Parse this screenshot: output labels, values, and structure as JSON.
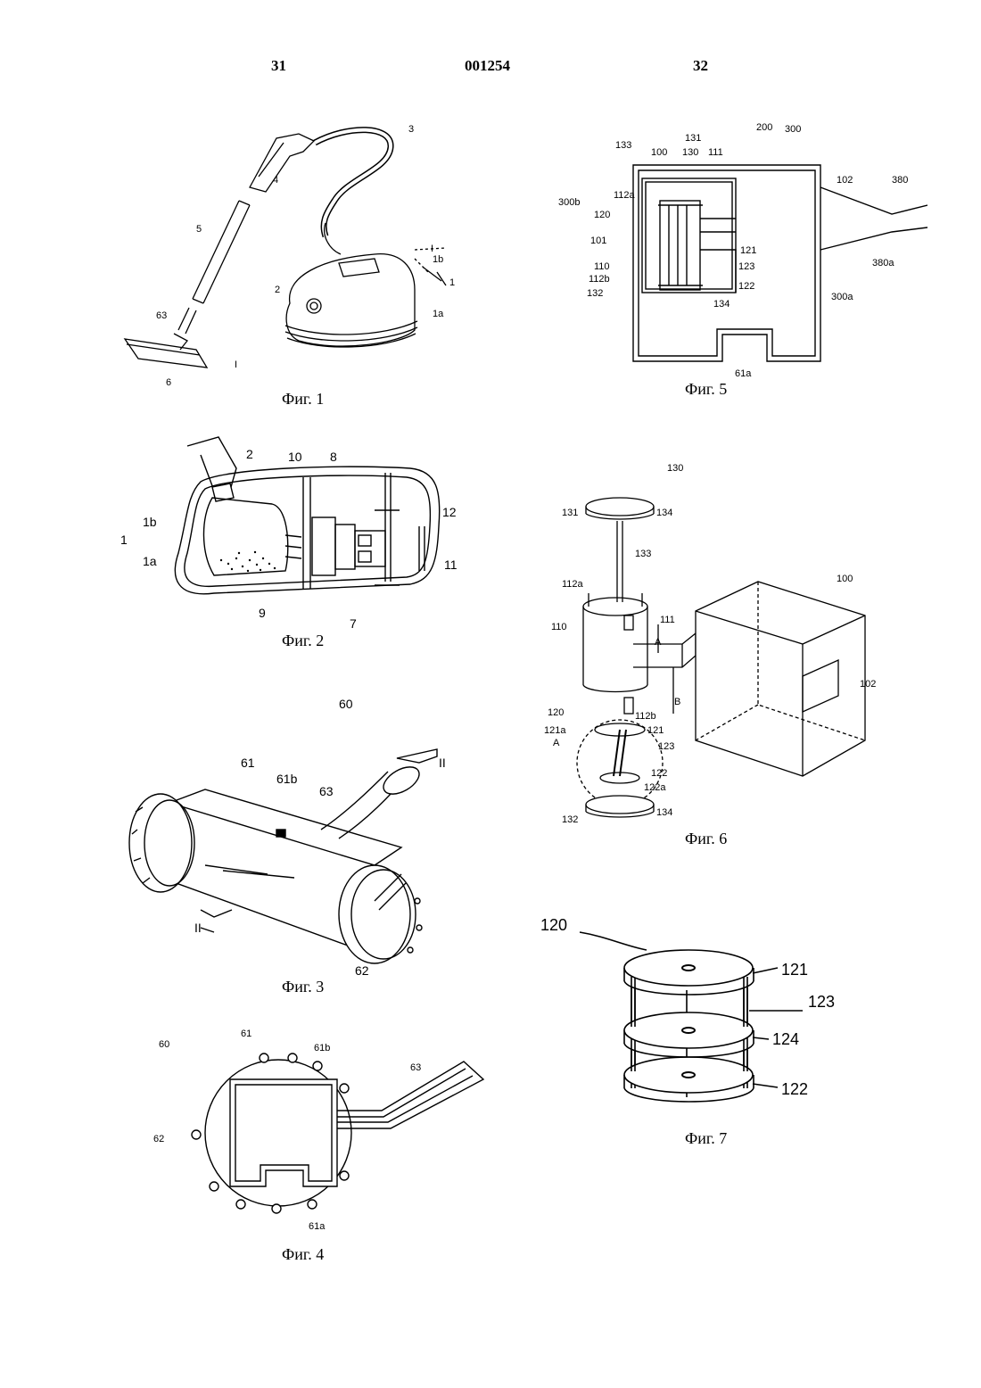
{
  "header": {
    "left_page": "31",
    "doc_number": "001254",
    "right_page": "32"
  },
  "figures": {
    "fig1": {
      "caption": "Фиг. 1",
      "labels": [
        "3",
        "4",
        "5",
        "I",
        "1b",
        "1",
        "2",
        "1a",
        "63",
        "6",
        "I"
      ]
    },
    "fig2": {
      "caption": "Фиг. 2",
      "labels": [
        "2",
        "10",
        "8",
        "12",
        "1b",
        "1",
        "1a",
        "11",
        "9",
        "7"
      ]
    },
    "fig3": {
      "caption": "Фиг. 3",
      "labels": [
        "60",
        "61",
        "61b",
        "63",
        "II",
        "II",
        "62"
      ]
    },
    "fig4": {
      "caption": "Фиг. 4",
      "labels": [
        "60",
        "61",
        "61b",
        "63",
        "62",
        "61a"
      ]
    },
    "fig5": {
      "caption": "Фиг. 5",
      "labels": [
        "200",
        "300",
        "131",
        "133",
        "100",
        "130",
        "111",
        "102",
        "380",
        "112a",
        "300b",
        "120",
        "101",
        "121",
        "380a",
        "110",
        "123",
        "112b",
        "122",
        "132",
        "134",
        "300a",
        "61a"
      ]
    },
    "fig6": {
      "caption": "Фиг. 6",
      "labels": [
        "130",
        "131",
        "134",
        "133",
        "100",
        "112a",
        "110",
        "111",
        "A",
        "B",
        "102",
        "120",
        "112b",
        "121a",
        "121",
        "A",
        "123",
        "122",
        "122a",
        "132",
        "134"
      ]
    },
    "fig7": {
      "caption": "Фиг. 7",
      "labels": [
        "120",
        "121",
        "123",
        "124",
        "122"
      ]
    }
  }
}
